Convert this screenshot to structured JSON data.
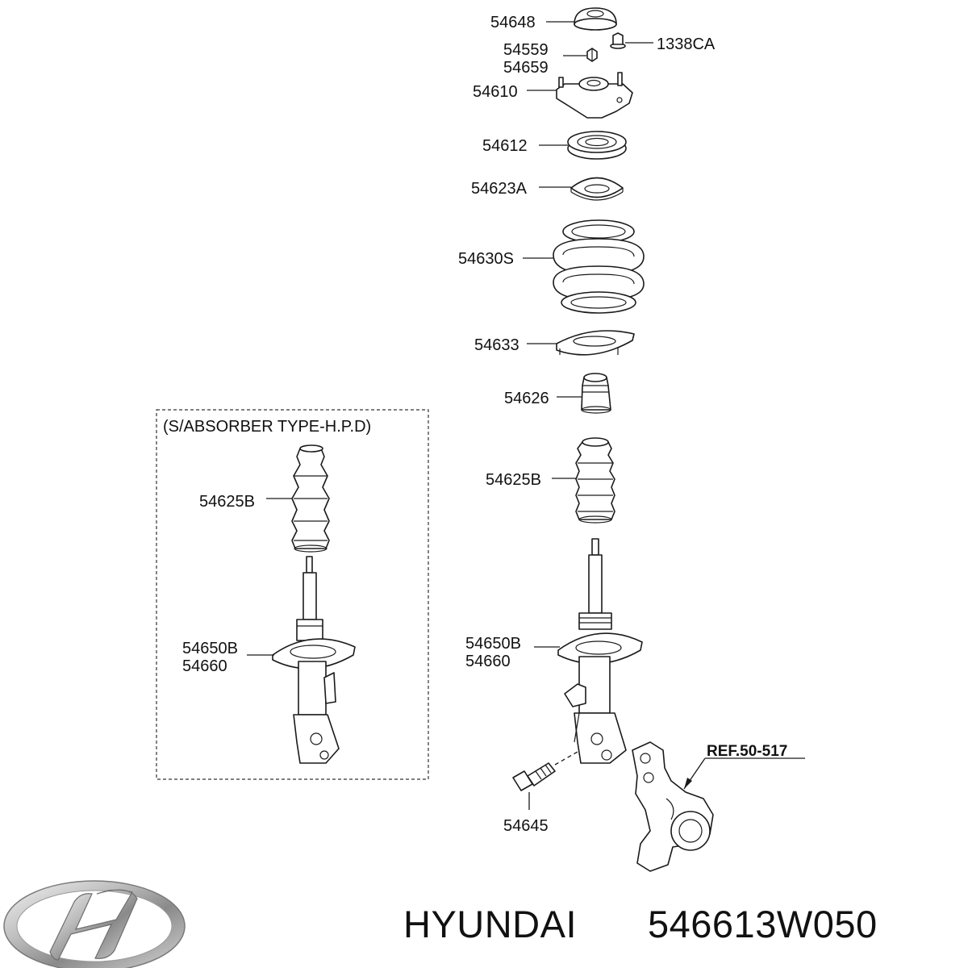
{
  "labels": {
    "p54648": "54648",
    "p54559": "54559",
    "p54659": "54659",
    "p1338CA": "1338CA",
    "p54610": "54610",
    "p54612": "54612",
    "p54623A": "54623A",
    "p54630S": "54630S",
    "p54633": "54633",
    "p54626": "54626",
    "p54625B_main": "54625B",
    "p54650B_main": "54650B",
    "p54660_main": "54660",
    "p54645": "54645",
    "ref": "REF.50-517",
    "inset_title": "(S/ABSORBER TYPE-H.P.D)",
    "p54625B_inset": "54625B",
    "p54650B_inset": "54650B",
    "p54660_inset": "54660"
  },
  "brand": {
    "name": "HYUNDAI",
    "part_number": "546613W050",
    "logo_icon": "hyundai-logo-icon"
  }
}
